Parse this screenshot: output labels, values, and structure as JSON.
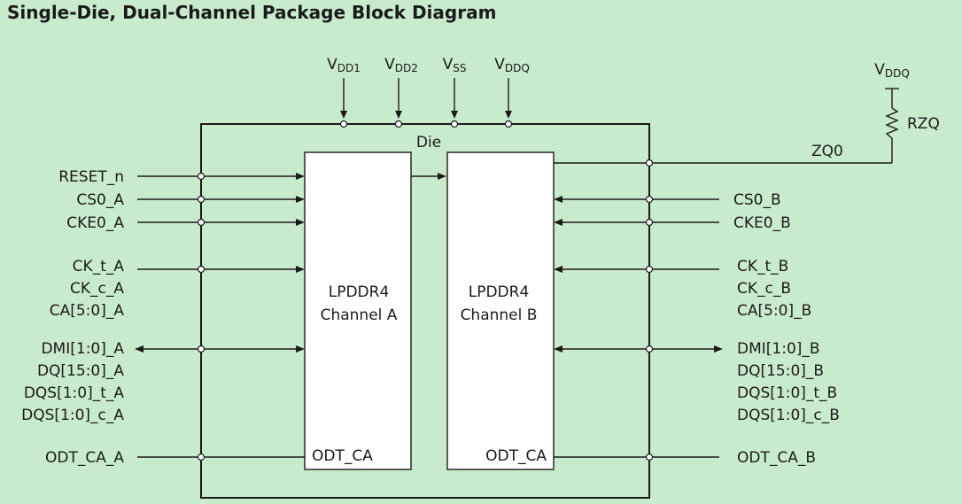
{
  "title": "Single-Die, Dual-Channel Package Block Diagram",
  "power": {
    "vdd1": {
      "base": "V",
      "sub": "DD1"
    },
    "vdd2": {
      "base": "V",
      "sub": "DD2"
    },
    "vss": {
      "base": "V",
      "sub": "SS"
    },
    "vddq": {
      "base": "V",
      "sub": "DDQ"
    }
  },
  "die_label": "Die",
  "zq": {
    "vddq": {
      "base": "V",
      "sub": "DDQ"
    },
    "rzq": "RZQ",
    "zq0": "ZQ0"
  },
  "channel_a": {
    "line1": "LPDDR4",
    "line2": "Channel A",
    "odt": "ODT_CA"
  },
  "channel_b": {
    "line1": "LPDDR4",
    "line2": "Channel B",
    "odt": "ODT_CA"
  },
  "left_signals": {
    "reset": "RESET_n",
    "cs0": "CS0_A",
    "cke0": "CKE0_A",
    "ck_t": "CK_t_A",
    "ck_c": "CK_c_A",
    "ca": "CA[5:0]_A",
    "dmi": "DMI[1:0]_A",
    "dq": "DQ[15:0]_A",
    "dqs_t": "DQS[1:0]_t_A",
    "dqs_c": "DQS[1:0]_c_A",
    "odt": "ODT_CA_A"
  },
  "right_signals": {
    "cs0": "CS0_B",
    "cke0": "CKE0_B",
    "ck_t": "CK_t_B",
    "ck_c": "CK_c_B",
    "ca": "CA[5:0]_B",
    "dmi": "DMI[1:0]_B",
    "dq": "DQ[15:0]_B",
    "dqs_t": "DQS[1:0]_t_B",
    "dqs_c": "DQS[1:0]_c_B",
    "odt": "ODT_CA_B"
  }
}
